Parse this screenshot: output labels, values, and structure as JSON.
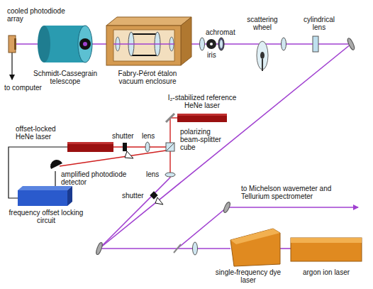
{
  "diagram": {
    "labels": [
      "cooled photodiode array",
      "to computer",
      "Schmidt-Cassegrain telescope",
      "Fabry-Pérot étalon vacuum enclosure",
      "achromat",
      "iris",
      "scattering wheel",
      "cylindrical lens",
      "I₂-stabilized reference HeNe laser",
      "offset-locked HeNe laser",
      "shutter",
      "lens",
      "polarizing beam-splitter cube",
      "lens",
      "amplified photodiode detector",
      "shutter",
      "frequency offset locking circuit",
      "to Michelson wavemeter and Tellurium spectrometer",
      "single-frequency dye laser",
      "argon ion laser"
    ]
  }
}
